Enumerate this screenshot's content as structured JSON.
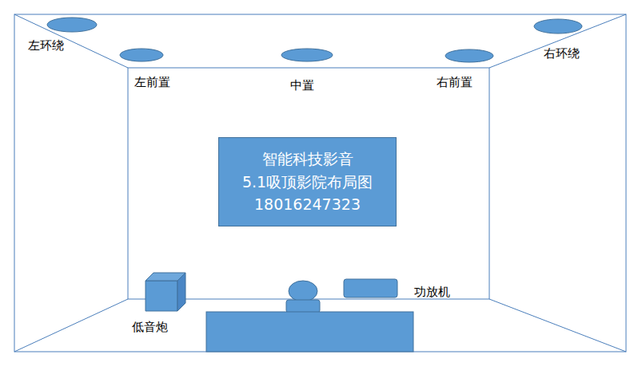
{
  "diagram": {
    "nodes": [
      {
        "text": [
          "智能科技影音",
          "5.1吸顶影院布局图",
          "18016247323"
        ]
      }
    ],
    "labels": [
      "左环绕",
      "右环绕",
      "左前置",
      "中置",
      "右前置",
      "低音炮",
      "功放机"
    ]
  }
}
